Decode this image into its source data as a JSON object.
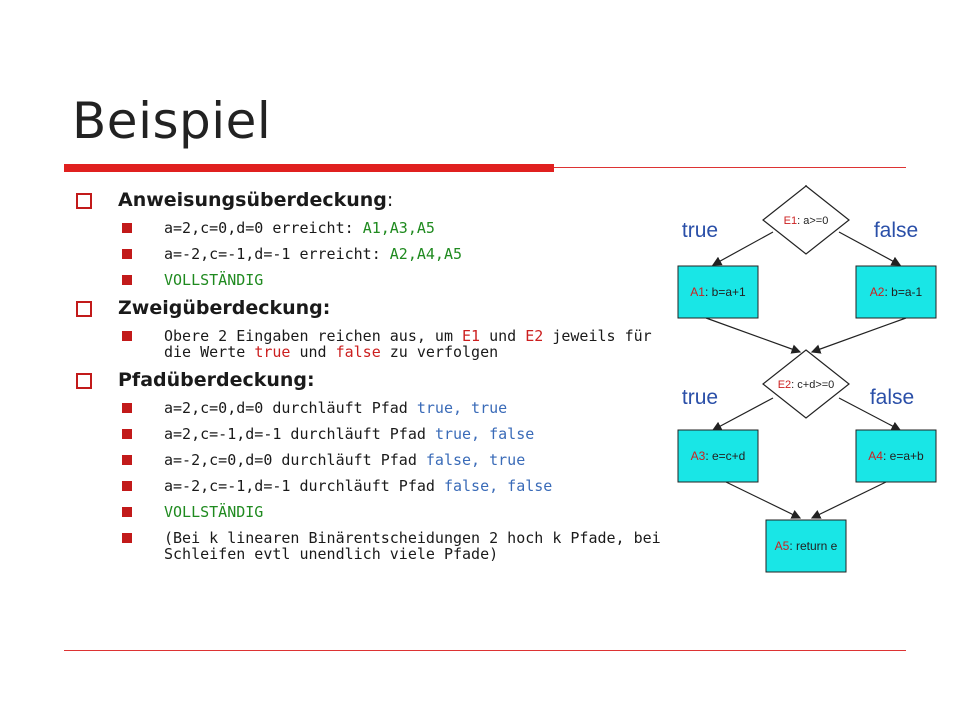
{
  "slide": {
    "title": "Beispiel"
  },
  "bullets": {
    "anweisung": {
      "heading": "Anweisungsüberdeckung",
      "colon": ":",
      "items": [
        {
          "prefix": "a=2,c=0,d=0 erreicht: ",
          "highlight": "A1,A3,A5"
        },
        {
          "prefix": "a=-2,c=-1,d=-1 erreicht: ",
          "highlight": "A2,A4,A5"
        },
        {
          "highlight": "VOLLSTÄNDIG"
        }
      ]
    },
    "zweig": {
      "heading": "Zweigüberdeckung:",
      "text_a": "Obere 2 Eingaben reichen aus, um ",
      "e1": "E1",
      "text_b": " und ",
      "e2": "E2",
      "text_c": " jeweils für die Werte ",
      "true_word": "true",
      "text_d": " und ",
      "false_word": "false",
      "text_e": " zu verfolgen"
    },
    "pfad": {
      "heading": "Pfadüberdeckung:",
      "items": [
        {
          "prefix": "a=2,c=0,d=0 durchläuft Pfad ",
          "path": "true, true"
        },
        {
          "prefix": "a=2,c=-1,d=-1 durchläuft Pfad ",
          "path": "true, false"
        },
        {
          "prefix": "a=-2,c=0,d=0 durchläuft Pfad ",
          "path": "false, true"
        },
        {
          "prefix": "a=-2,c=-1,d=-1 durchläuft Pfad ",
          "path": "false, false"
        }
      ],
      "complete": "VOLLSTÄNDIG",
      "note": "(Bei k linearen Binärentscheidungen 2 hoch k Pfade, bei Schleifen evtl unendlich viele Pfade)"
    }
  },
  "flowchart": {
    "colors": {
      "box_fill": "#19e6e6",
      "label_red": "#cc1f1f",
      "branch_blue": "#2a4fa8",
      "edge": "#222222"
    },
    "e1": {
      "id": "E1",
      "cond": ": a>=0"
    },
    "e2": {
      "id": "E2",
      "cond": ": c+d>=0"
    },
    "branch_true": "true",
    "branch_false": "false",
    "a1": {
      "id": "A1",
      "stmt": ": b=a+1"
    },
    "a2": {
      "id": "A2",
      "stmt": ": b=a-1"
    },
    "a3": {
      "id": "A3",
      "stmt": ": e=c+d"
    },
    "a4": {
      "id": "A4",
      "stmt": ": e=a+b"
    },
    "a5": {
      "id": "A5",
      "stmt": ": return e"
    }
  }
}
